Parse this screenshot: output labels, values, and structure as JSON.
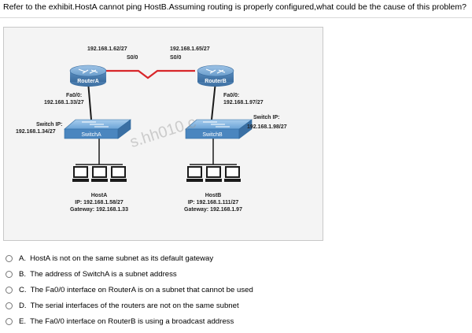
{
  "question": "Refer to the exhibit.HostA cannot ping HostB.Assuming routing is properly configured,what could be the cause of this problem?",
  "exhibit": {
    "routerA": {
      "label": "RouterA",
      "s0_ip": "192.168.1.62/27",
      "s0_if": "S0/0",
      "fa_if": "Fa0/0:",
      "fa_ip": "192.168.1.33/27"
    },
    "routerB": {
      "label": "RouterB",
      "s0_ip": "192.168.1.65/27",
      "s0_if": "S0/0",
      "fa_if": "Fa0/0:",
      "fa_ip": "192.168.1.97/27"
    },
    "switchA": {
      "label": "SwitchA",
      "ip_label": "Switch IP:",
      "ip": "192.168.1.34/27"
    },
    "switchB": {
      "label": "SwitchB",
      "ip_label": "Switch IP:",
      "ip": "192.168.1.98/27"
    },
    "hostA": {
      "label": "HostA",
      "ip": "IP: 192.168.1.58/27",
      "gateway": "Gateway: 192.168.1.33"
    },
    "hostB": {
      "label": "HostB",
      "ip": "IP: 192.168.1.111/27",
      "gateway": "Gateway: 192.168.1.97"
    },
    "watermark": "s.hh010.c"
  },
  "options": [
    {
      "letter": "A.",
      "text": "HostA is not on the same subnet as its default gateway"
    },
    {
      "letter": "B.",
      "text": "The address of SwitchA is a subnet address"
    },
    {
      "letter": "C.",
      "text": "The Fa0/0 interface on RouterA is on a subnet that cannot be used"
    },
    {
      "letter": "D.",
      "text": "The serial interfaces of the routers are not on the same subnet"
    },
    {
      "letter": "E.",
      "text": "The Fa0/0 interface on RouterB is using a broadcast address"
    }
  ],
  "colors": {
    "router": "#5c8fc0",
    "switch": "#4a8cc4",
    "serial": "#d8262a",
    "ethernet": "#1b1b1b",
    "frame": "#c8c8c8",
    "background": "#f2f2f2"
  }
}
